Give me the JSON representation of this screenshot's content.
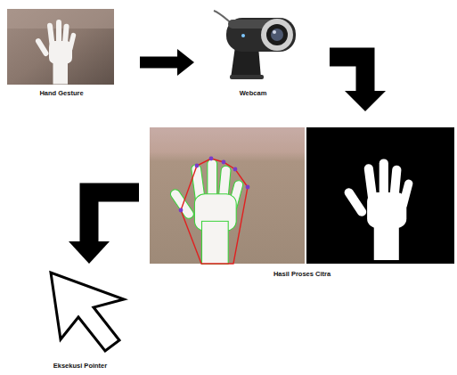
{
  "diagram": {
    "nodes": [
      {
        "text": [
          "Hand Gesture"
        ]
      },
      {
        "text": [
          "Webcam"
        ]
      },
      {
        "text": [
          "Hasil Proses Citra"
        ]
      },
      {
        "text": [
          "Eksekusi Pointer"
        ]
      }
    ],
    "edges": [
      {
        "from": 0,
        "to": 1,
        "arrow": "to"
      },
      {
        "from": 1,
        "to": 2,
        "arrow": "to"
      },
      {
        "from": 2,
        "to": 3,
        "arrow": "to"
      }
    ]
  }
}
